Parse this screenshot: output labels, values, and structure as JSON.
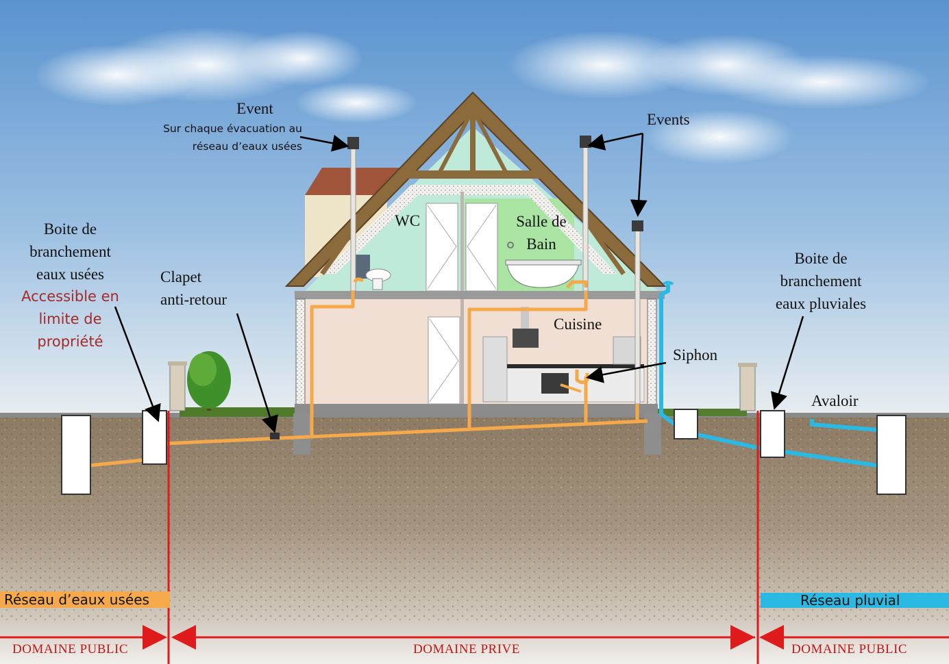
{
  "labels": {
    "event_left_title": "Event",
    "event_left_sub1": "Sur chaque évacuation au",
    "event_left_sub2": "réseau d’eaux usées",
    "events_right": "Events",
    "wc": "WC",
    "salle_de_bain_1": "Salle de",
    "salle_de_bain_2": "Bain",
    "cuisine": "Cuisine",
    "siphon": "Siphon",
    "boite_usees_1": "Boite de",
    "boite_usees_2": "branchement",
    "boite_usees_3": "eaux usées",
    "boite_usees_red1": "Accessible en",
    "boite_usees_red2": "limite de",
    "boite_usees_red3": "propriété",
    "clapet_1": "Clapet",
    "clapet_2": "anti-retour",
    "boite_pluv_1": "Boite de",
    "boite_pluv_2": "branchement",
    "boite_pluv_3": "eaux pluviales",
    "avaloir": "Avaloir",
    "reseau_usees": "Réseau d’eaux usées",
    "reseau_pluvial": "Réseau pluvial",
    "domaine_public_left": "DOMAINE PUBLIC",
    "domaine_prive": "DOMAINE PRIVE",
    "domaine_public_right": "DOMAINE PUBLIC"
  },
  "colors": {
    "sky_top": "#5d95cf",
    "sky_bottom": "#e8eef2",
    "soil": "#9b8a74",
    "wastewater_pipe": "#f5a94a",
    "rain_pipe": "#29b9e3",
    "boundary": "#e01b1b",
    "accent_text": "#a52a2a"
  }
}
